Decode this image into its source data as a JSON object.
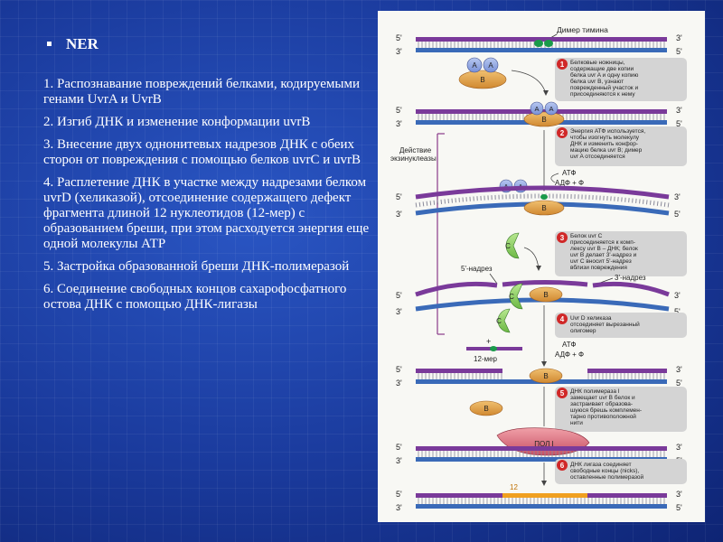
{
  "slide": {
    "title": "NER",
    "steps": [
      "1. Распознавание повреждений белками, кодируемыми генами UvrA и UvrB",
      "2. Изгиб ДНК и изменение конформации uvrB",
      "3. Внесение двух однонитевых надрезов ДНК с обеих сторон от повреждения с помощью белков uvrC и uvrB",
      "4. Расплетение ДНК в участке между надрезами белком uvrD (хеликазой), отсоединение содержащего дефект фрагмента длиной 12 нуклеотидов (12-мер) с образованием бреши, при этом расходуется энергия еще одной молекулы АТР",
      "5. Застройка образованной бреши ДНК-полимеразой",
      "6. Соединение свободных концов сахарофосфатного остова ДНК  с помощью ДНК-лигазы"
    ]
  },
  "diagram": {
    "thymine_dimer": "Димер тимина",
    "exonuclease_action": [
      "Действие",
      "экзинуклеазы"
    ],
    "end_5": "5'",
    "end_3": "3'",
    "protein_a": "A",
    "protein_b": "B",
    "protein_c": "C",
    "atp": "АТФ",
    "adp": "АДФ + Ф",
    "nick_5": "5'-надрез",
    "nick_3": "3'-надрез",
    "fragment_12": "12-мер",
    "plus": "+",
    "pol_label": "ПОЛ I",
    "gap_length": "12",
    "step_numbers": [
      "1",
      "2",
      "3",
      "4",
      "5",
      "6"
    ],
    "notes": [
      [
        "Белковые ножницы,",
        "содержащие две копии",
        "белка uvr A и одну копию",
        "белка uvr B, узнают",
        "поврежденный участок и",
        "присоединяются к нему"
      ],
      [
        "Энергия АТФ используется,",
        "чтобы изогнуть молекулу",
        "ДНК и изменить конфор-",
        "мацию белка uvr B; димер",
        "uvr A отсоединяется"
      ],
      [
        "Белок uvr C",
        "присоединяется к комп-",
        "лексу uvr B – ДНК; белок",
        "uvr B делает 3'-надрез и",
        "uvr C вносит 5'-надрез",
        "вблизи повреждения"
      ],
      [
        "Uvr D хеликаза",
        "отсоединяет вырезанный",
        "олигомер"
      ],
      [
        "ДНК полимераза I",
        "замещает uvr B белок и",
        "застраивает образова-",
        "шуюся брешь комплемен-",
        "тарно противоположной",
        "нити"
      ],
      [
        "ДНК лигаза соединяет",
        "свободные концы (nicks),",
        "оставленные полимеразой"
      ]
    ]
  }
}
